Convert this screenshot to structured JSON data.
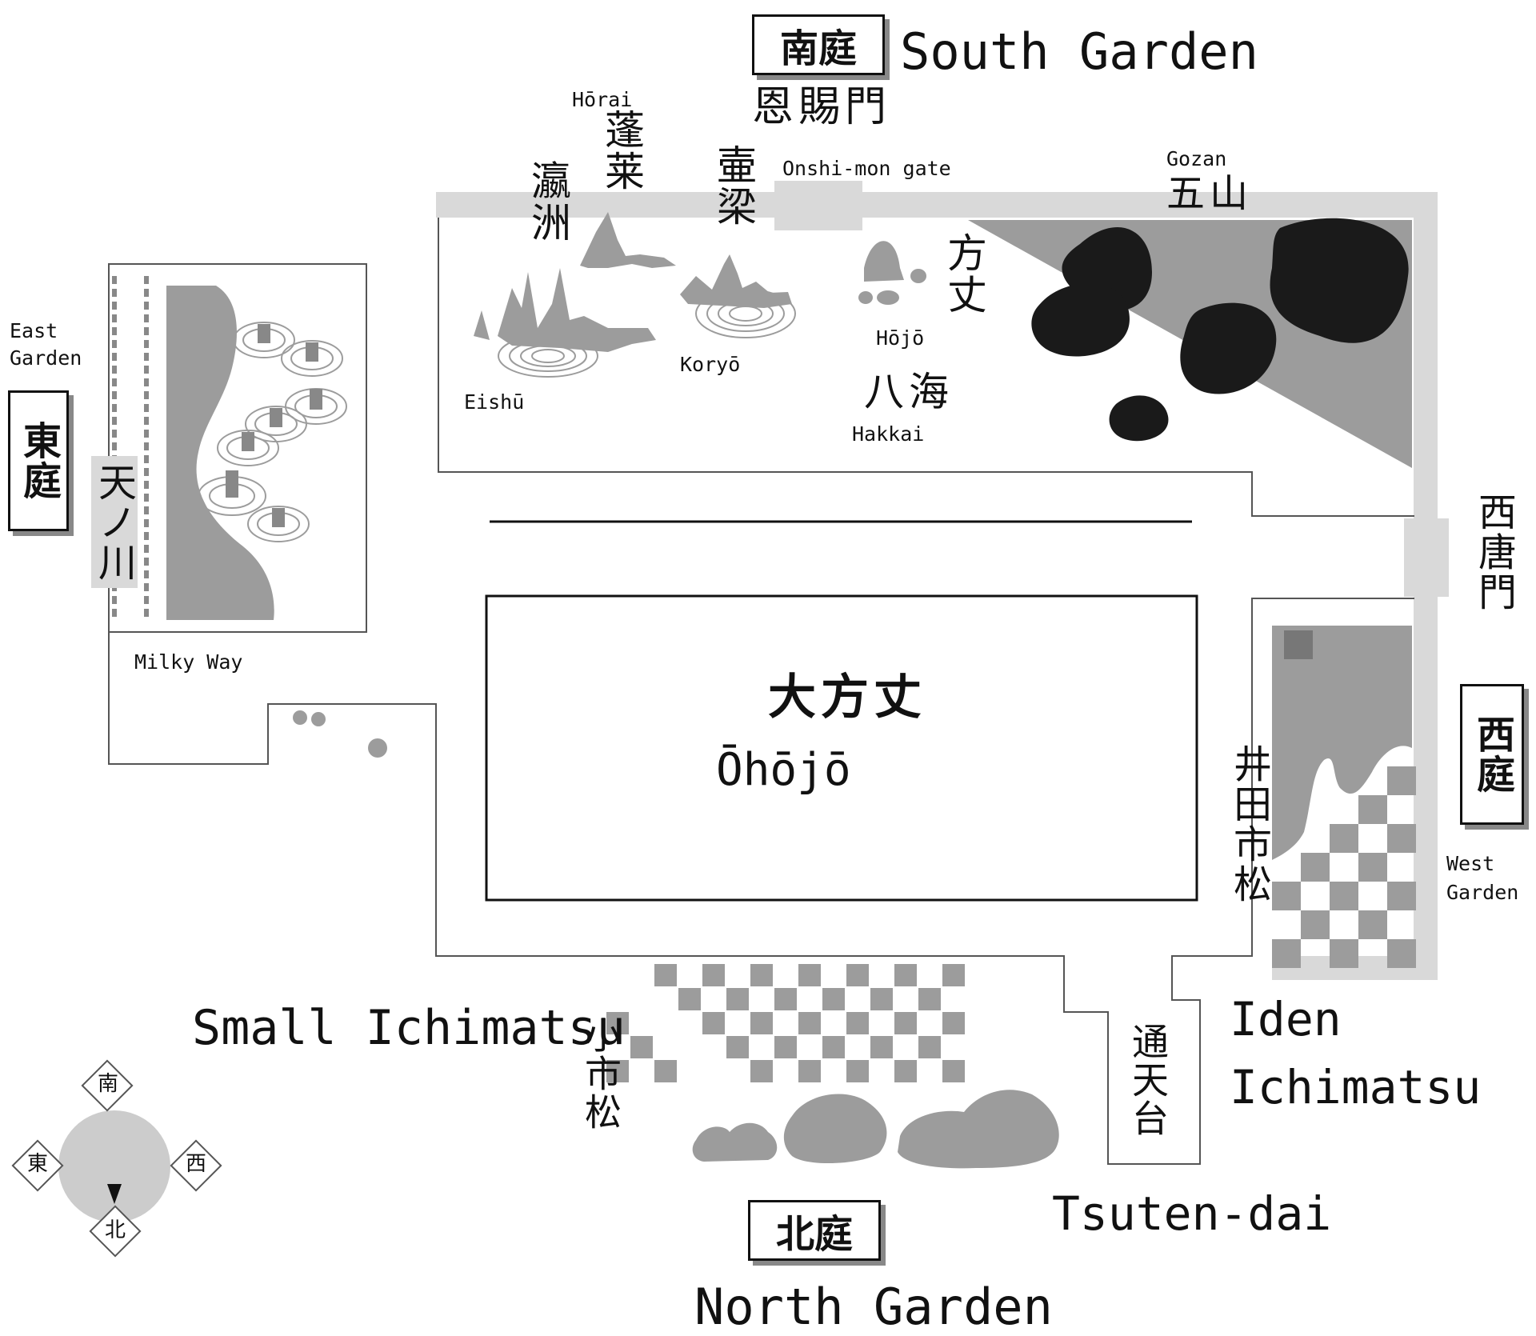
{
  "gardens": {
    "south": {
      "kanji": "南庭",
      "english": "South Garden"
    },
    "north": {
      "kanji": "北庭",
      "english": "North Garden"
    },
    "east": {
      "kanji": "東庭",
      "english": "East Garden"
    },
    "west": {
      "kanji": "西庭",
      "english": "West Garden"
    }
  },
  "south_garden_features": {
    "onshi_gate": {
      "kanji": "恩賜門",
      "english": "Onshi-mon gate"
    },
    "horai": {
      "kanji": "蓬莱",
      "english": "Hōrai"
    },
    "eishu": {
      "kanji": "瀛洲",
      "english": "Eishū"
    },
    "koryo": {
      "kanji": "壷梁",
      "english": "Koryō"
    },
    "hojo": {
      "kanji": "方丈",
      "english": "Hōjō"
    },
    "hakkai": {
      "kanji": "八海",
      "english": "Hakkai"
    },
    "gozan": {
      "kanji": "五山",
      "english": "Gozan"
    }
  },
  "west_gate": {
    "kanji": "西唐門"
  },
  "main_hall": {
    "kanji": "大方丈",
    "english": "Ōhōjō"
  },
  "east_garden_features": {
    "milky_way": {
      "kanji": "天ノ川",
      "english": "Milky Way"
    }
  },
  "west_garden_features": {
    "iden_ichimatsu": {
      "kanji": "井田市松",
      "english_line1": "Iden",
      "english_line2": "Ichimatsu"
    }
  },
  "north_garden_features": {
    "small_ichimatsu": {
      "kanji": "小市松",
      "english": "Small Ichimatsu"
    },
    "tsuten_dai": {
      "kanji": "通天台",
      "english": "Tsuten-dai"
    }
  },
  "compass": {
    "south": "南",
    "west": "西",
    "east": "東",
    "north": "北"
  },
  "colors": {
    "gray": "#9c9c9c",
    "light_gray": "#d9d9d9",
    "dark": "#1a1a1a",
    "line": "#555555"
  }
}
